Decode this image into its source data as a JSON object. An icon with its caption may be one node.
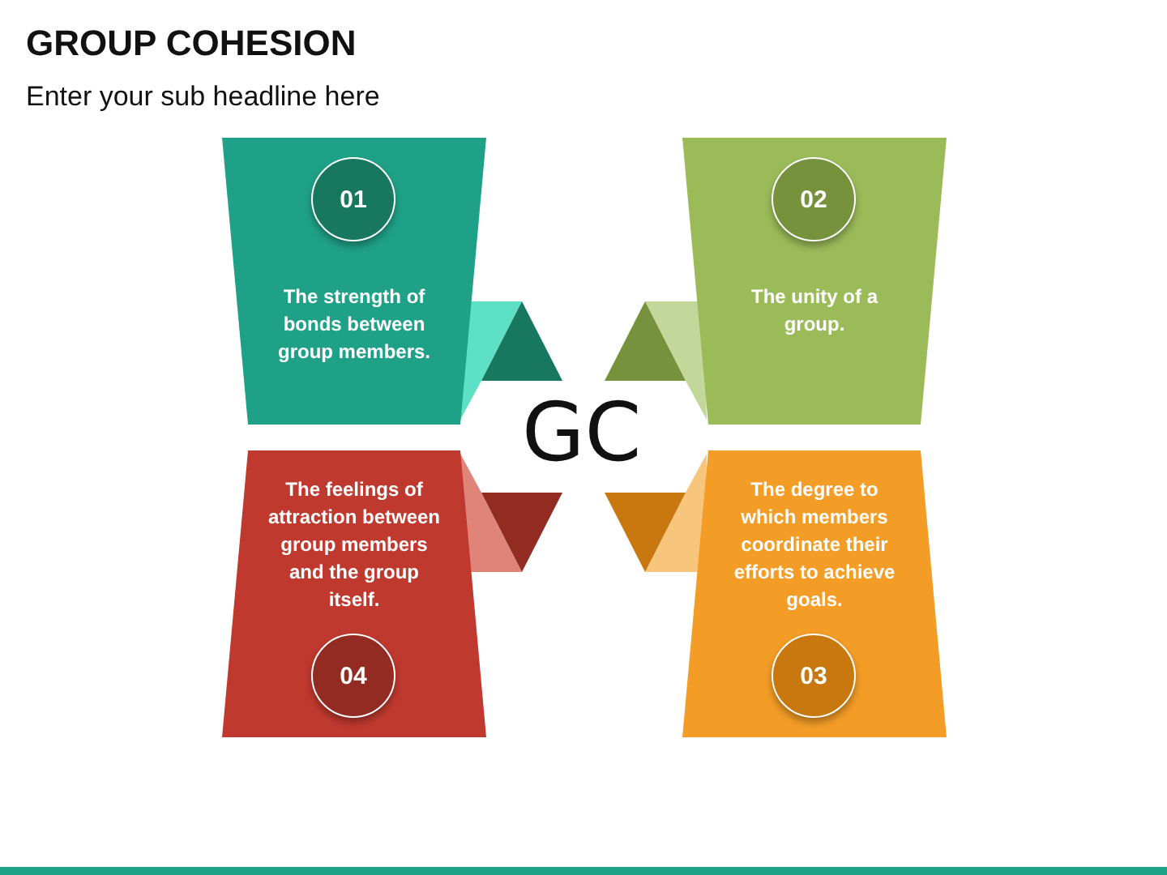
{
  "diagram": {
    "title": "GROUP COHESION",
    "nodes": [
      {
        "text": [
          "The strength of bonds between group members."
        ]
      },
      {
        "text": [
          "01"
        ],
        "in": 0
      },
      {
        "text": [
          "The unity of a group."
        ]
      },
      {
        "text": [
          "02"
        ],
        "in": 2
      },
      {
        "text": [
          "The feelings of attraction between group members and the group itself."
        ]
      },
      {
        "text": [
          "04"
        ],
        "in": 4
      },
      {
        "text": [
          "The degree to which members coordinate their efforts to achieve goals."
        ]
      },
      {
        "text": [
          "03"
        ],
        "in": 6
      }
    ],
    "labels": [
      "Enter your sub headline here",
      "GC"
    ]
  }
}
